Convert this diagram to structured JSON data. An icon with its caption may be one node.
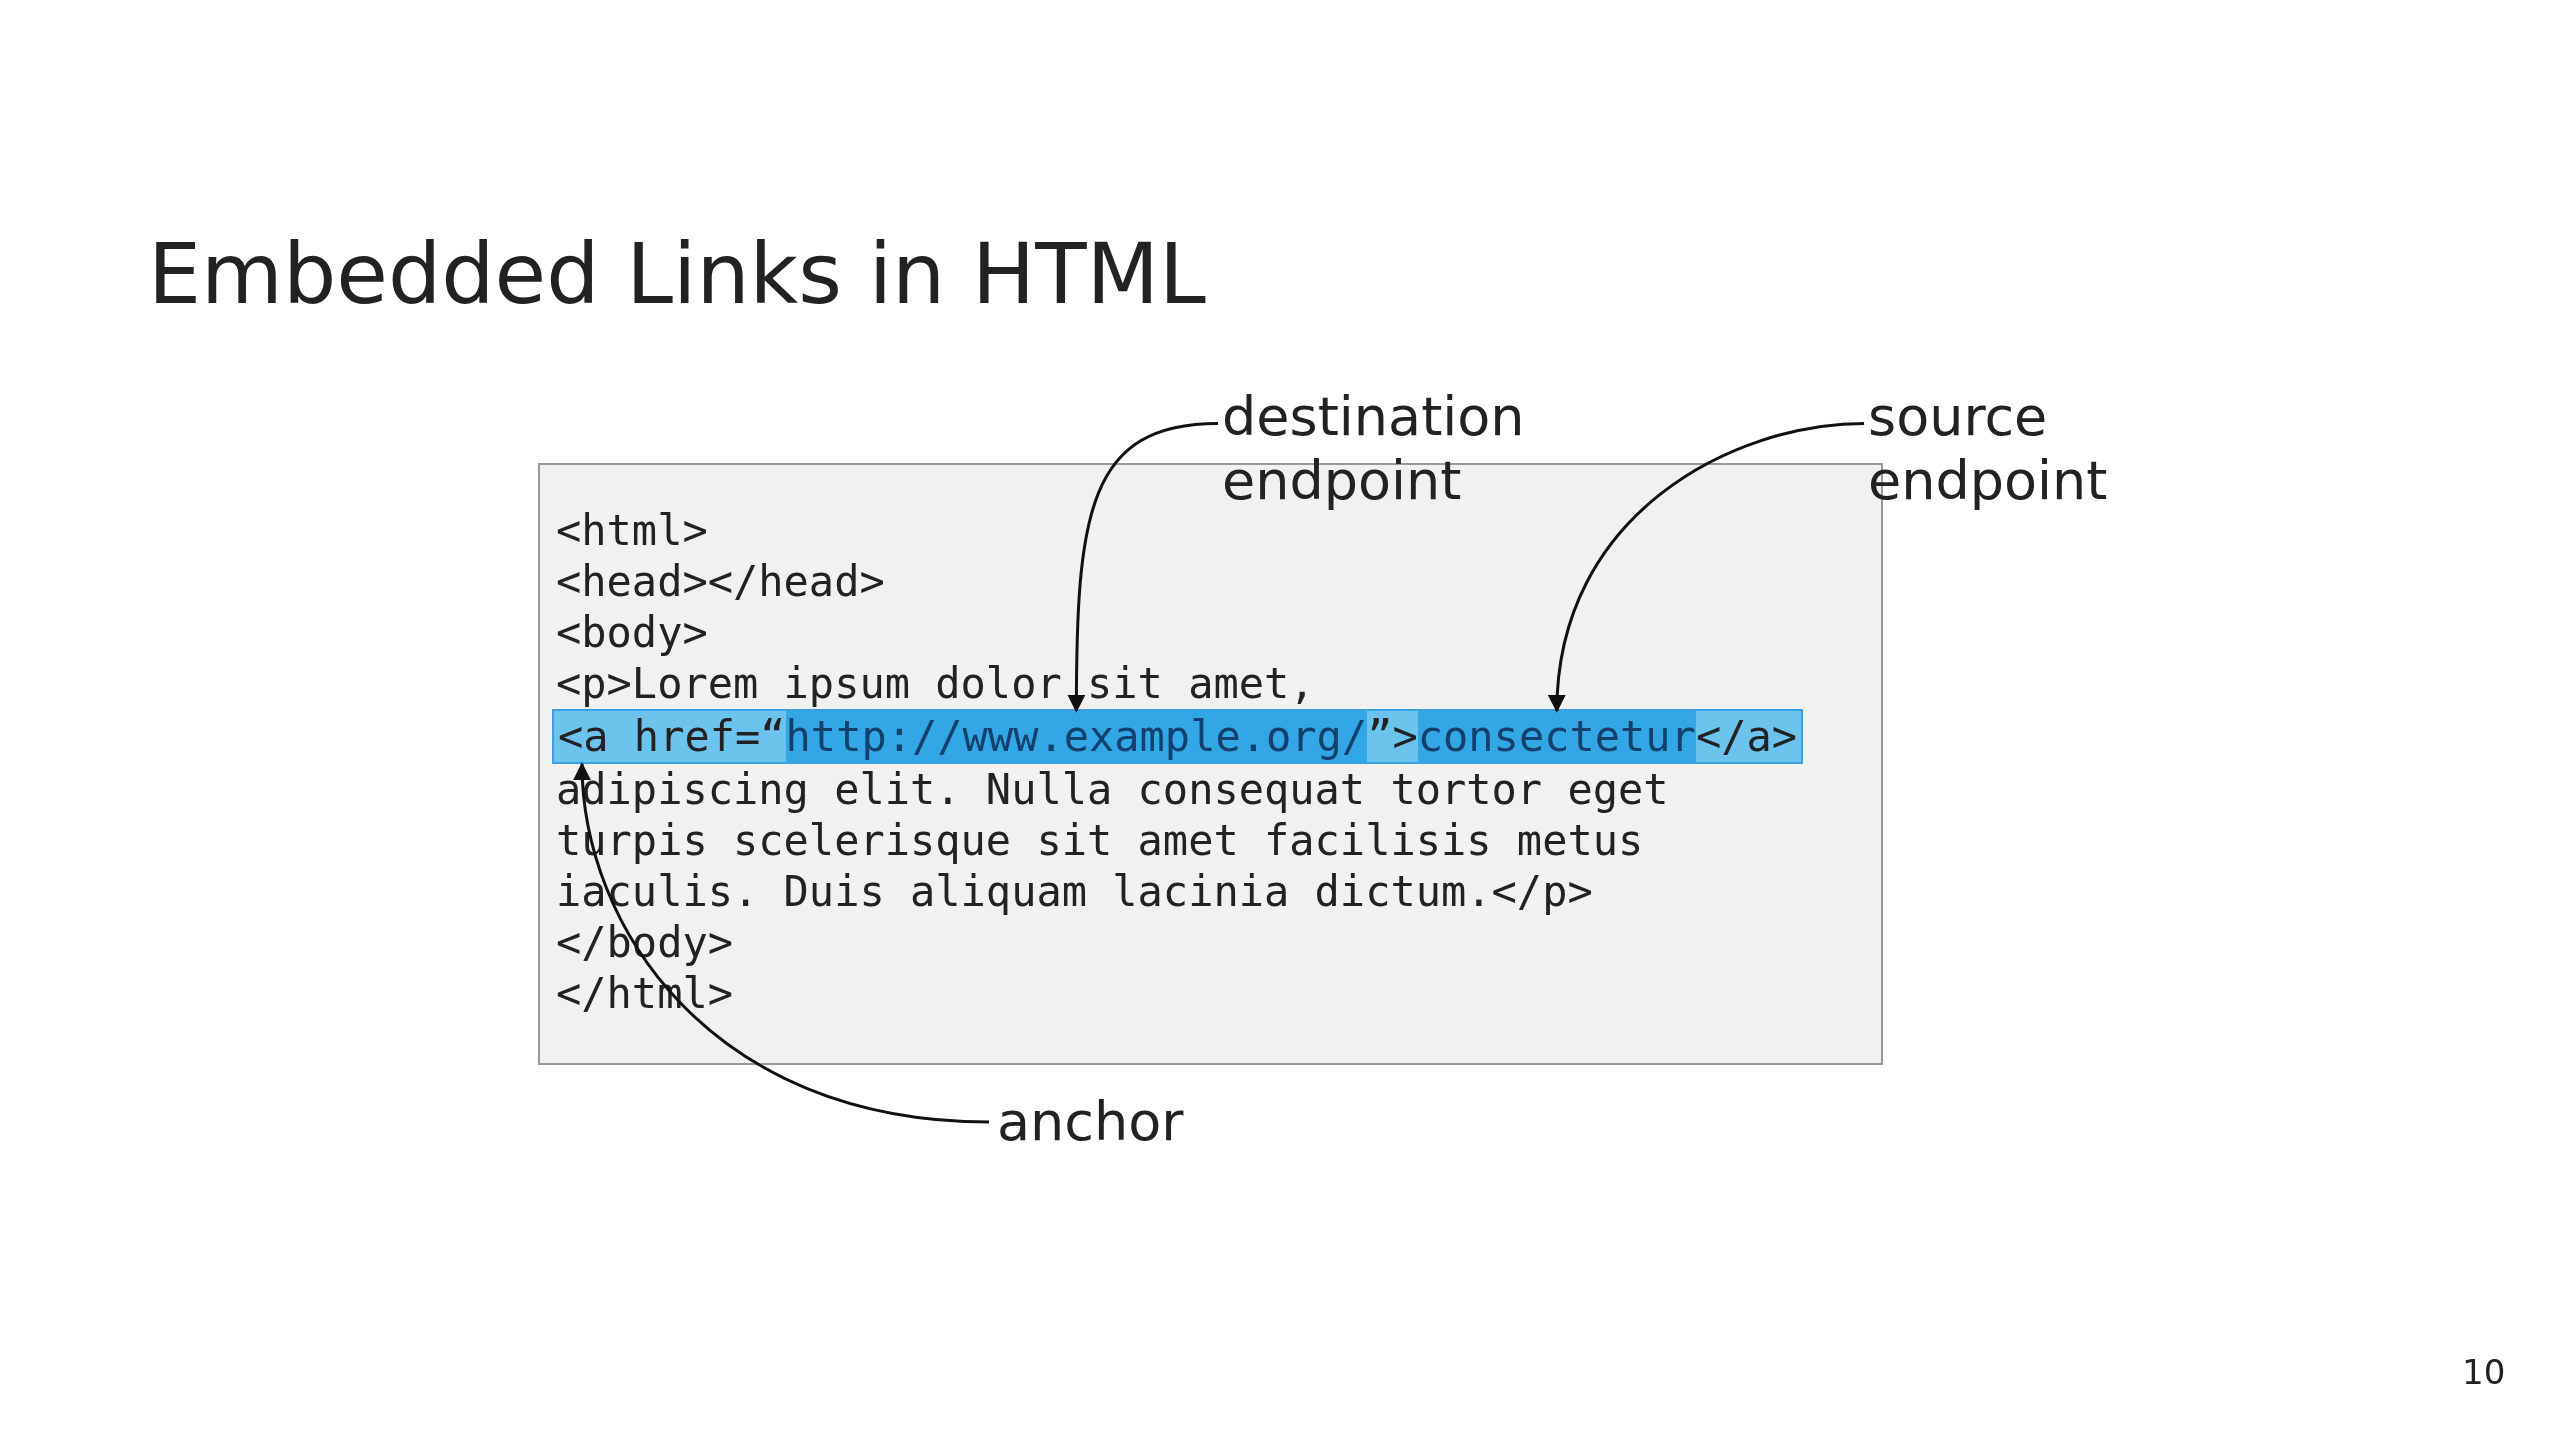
{
  "diagram": {
    "title": "Embedded Links in HTML",
    "nodes": [
      {
        "text": [
          "<html>",
          "<head></head>",
          "<body>",
          "<p>Lorem ipsum dolor sit amet,",
          "adipiscing elit. Nulla consequat tortor eget",
          "turpis scelerisque sit amet facilisis metus",
          "iaculis. Duis aliquam lacinia dictum.</p>",
          "</body>",
          "</html>"
        ]
      },
      {
        "text": [
          "<a href=“",
          "”>",
          "</a>"
        ],
        "in": 0
      },
      {
        "text": [
          "http://www.example.org/"
        ],
        "in": 1
      },
      {
        "text": [
          "consectetur"
        ],
        "in": 1
      },
      {
        "text": [
          "destination endpoint"
        ]
      },
      {
        "text": [
          "source endpoint"
        ]
      },
      {
        "text": [
          "anchor"
        ]
      }
    ],
    "edges": [
      {
        "from": 4,
        "to": 2,
        "arrow": "to"
      },
      {
        "from": 5,
        "to": 3,
        "arrow": "to"
      },
      {
        "from": 6,
        "to": 1,
        "arrow": "to"
      }
    ],
    "labels": [
      "10"
    ]
  }
}
